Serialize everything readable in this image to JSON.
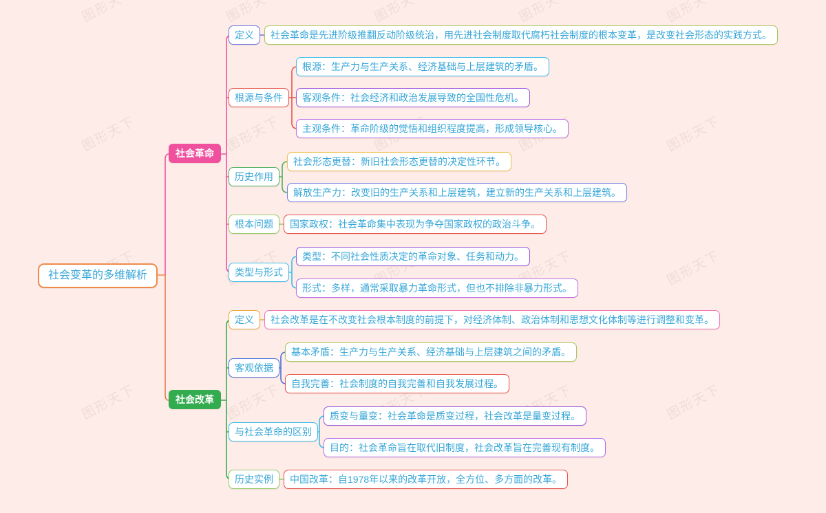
{
  "watermark": {
    "text": "图形天下"
  },
  "palette": {
    "background": "#fdece8",
    "text_cyan": "#36a6d8",
    "root_border": "#f08a4b",
    "branch_revolution_fill": "#f0519e",
    "branch_reform_fill": "#33ab4f",
    "indigo": "#6f74de",
    "yellowgreen": "#a9c85c",
    "red": "#e8544c",
    "cyan": "#3cbdea",
    "purple": "#9c55dc",
    "lilac": "#bb6ce8",
    "green": "#4db05e",
    "lightgreen": "#97cc6d",
    "amber": "#eec04e",
    "blueviolet": "#7381e0",
    "orangeyellow": "#eca93c",
    "pink": "#f273b6",
    "blue": "#4a6fd8"
  },
  "root": {
    "label": "社会变革的多维解析"
  },
  "branches": [
    {
      "label": "社会革命",
      "topics": [
        {
          "label": "定义",
          "leaves": [
            "社会革命是先进阶级推翻反动阶级统治，用先进社会制度取代腐朽社会制度的根本变革，是改变社会形态的实践方式。"
          ]
        },
        {
          "label": "根源与条件",
          "leaves": [
            "根源：生产力与生产关系、经济基础与上层建筑的矛盾。",
            "客观条件：社会经济和政治发展导致的全国性危机。",
            "主观条件：革命阶级的觉悟和组织程度提高，形成领导核心。"
          ]
        },
        {
          "label": "历史作用",
          "leaves": [
            "社会形态更替：新旧社会形态更替的决定性环节。",
            "解放生产力：改变旧的生产关系和上层建筑，建立新的生产关系和上层建筑。"
          ]
        },
        {
          "label": "根本问题",
          "leaves": [
            "国家政权：社会革命集中表现为争夺国家政权的政治斗争。"
          ]
        },
        {
          "label": "类型与形式",
          "leaves": [
            "类型：不同社会性质决定的革命对象、任务和动力。",
            "形式：多样，通常采取暴力革命形式，但也不排除非暴力形式。"
          ]
        }
      ]
    },
    {
      "label": "社会改革",
      "topics": [
        {
          "label": "定义",
          "leaves": [
            "社会改革是在不改变社会根本制度的前提下，对经济体制、政治体制和思想文化体制等进行调整和变革。"
          ]
        },
        {
          "label": "客观依据",
          "leaves": [
            "基本矛盾：生产力与生产关系、经济基础与上层建筑之间的矛盾。",
            "自我完善：社会制度的自我完善和自我发展过程。"
          ]
        },
        {
          "label": "与社会革命的区别",
          "leaves": [
            "质变与量变：社会革命是质变过程，社会改革是量变过程。",
            "目的：社会革命旨在取代旧制度，社会改革旨在完善现有制度。"
          ]
        },
        {
          "label": "历史实例",
          "leaves": [
            "中国改革：自1978年以来的改革开放，全方位、多方面的改革。"
          ]
        }
      ]
    }
  ]
}
